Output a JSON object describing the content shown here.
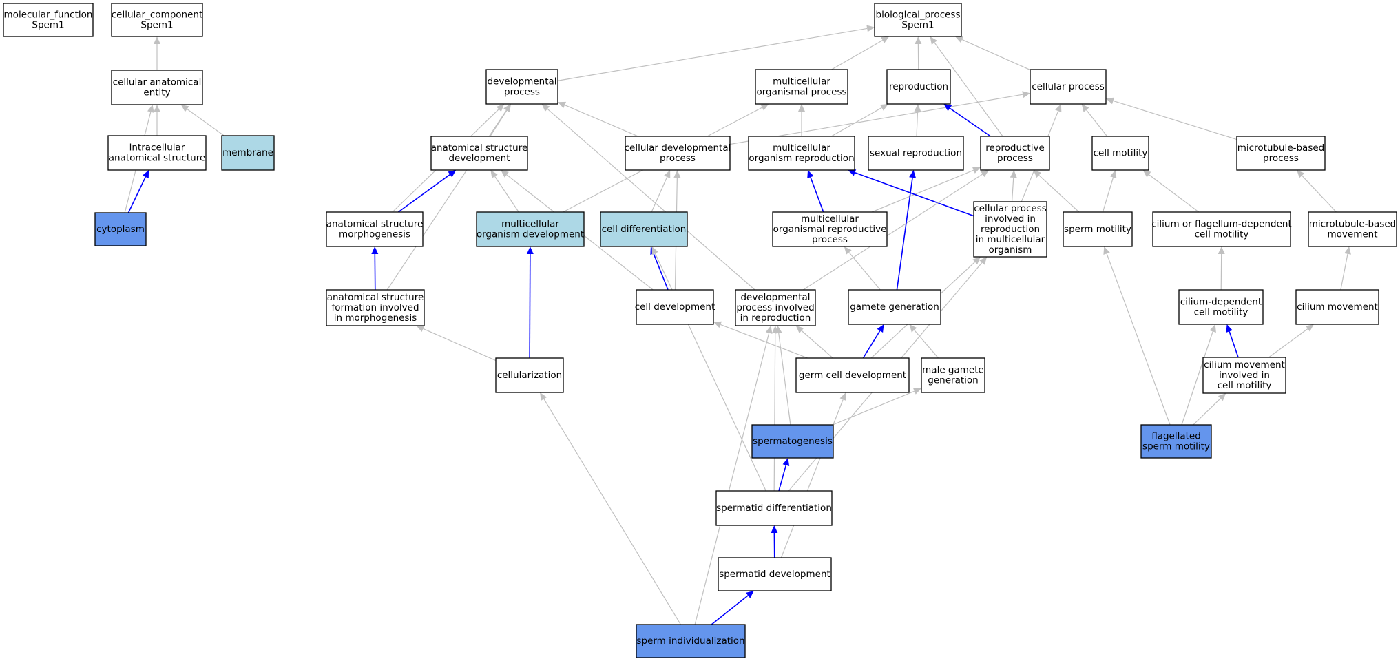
{
  "colors": {
    "default_fill": "#ffffff",
    "light_fill": "#add8e6",
    "dark_fill": "#6495ed",
    "gray_edge": "#c0c0c0",
    "blue_edge": "#0000ff"
  },
  "nodes": [
    {
      "id": "molecular_function",
      "lines": [
        "molecular_function",
        "Spem1"
      ],
      "fill": "default"
    },
    {
      "id": "cellular_component",
      "lines": [
        "cellular_component",
        "Spem1"
      ],
      "fill": "default"
    },
    {
      "id": "cellular_anatomical_entity",
      "lines": [
        "cellular anatomical",
        "entity"
      ],
      "fill": "default"
    },
    {
      "id": "intracellular_anatomical_structure",
      "lines": [
        "intracellular",
        "anatomical structure"
      ],
      "fill": "default"
    },
    {
      "id": "membrane",
      "lines": [
        "membrane"
      ],
      "fill": "light"
    },
    {
      "id": "cytoplasm",
      "lines": [
        "cytoplasm"
      ],
      "fill": "dark"
    },
    {
      "id": "biological_process",
      "lines": [
        "biological_process",
        "Spem1"
      ],
      "fill": "default"
    },
    {
      "id": "developmental_process",
      "lines": [
        "developmental",
        "process"
      ],
      "fill": "default"
    },
    {
      "id": "multicellular_organismal_process",
      "lines": [
        "multicellular",
        "organismal process"
      ],
      "fill": "default"
    },
    {
      "id": "reproduction",
      "lines": [
        "reproduction"
      ],
      "fill": "default"
    },
    {
      "id": "cellular_process",
      "lines": [
        "cellular process"
      ],
      "fill": "default"
    },
    {
      "id": "anatomical_structure_development",
      "lines": [
        "anatomical structure",
        "development"
      ],
      "fill": "default"
    },
    {
      "id": "cellular_developmental_process",
      "lines": [
        "cellular developmental",
        "process"
      ],
      "fill": "default"
    },
    {
      "id": "multicellular_organism_reproduction",
      "lines": [
        "multicellular",
        "organism reproduction"
      ],
      "fill": "default"
    },
    {
      "id": "sexual_reproduction",
      "lines": [
        "sexual reproduction"
      ],
      "fill": "default"
    },
    {
      "id": "reproductive_process",
      "lines": [
        "reproductive",
        "process"
      ],
      "fill": "default"
    },
    {
      "id": "cell_motility",
      "lines": [
        "cell motility"
      ],
      "fill": "default"
    },
    {
      "id": "microtubule_based_process",
      "lines": [
        "microtubule-based",
        "process"
      ],
      "fill": "default"
    },
    {
      "id": "anatomical_structure_morphogenesis",
      "lines": [
        "anatomical structure",
        "morphogenesis"
      ],
      "fill": "default"
    },
    {
      "id": "multicellular_organism_development",
      "lines": [
        "multicellular",
        "organism development"
      ],
      "fill": "light"
    },
    {
      "id": "cell_differentiation",
      "lines": [
        "cell differentiation"
      ],
      "fill": "light"
    },
    {
      "id": "multicellular_organismal_reproductive_process",
      "lines": [
        "multicellular",
        "organismal reproductive",
        "process"
      ],
      "fill": "default"
    },
    {
      "id": "cellular_process_involved_in_reproduction",
      "lines": [
        "cellular process",
        "involved in",
        "reproduction",
        "in multicellular",
        "organism"
      ],
      "fill": "default"
    },
    {
      "id": "sperm_motility",
      "lines": [
        "sperm motility"
      ],
      "fill": "default"
    },
    {
      "id": "cilium_or_flagellum_dependent_cell_motility",
      "lines": [
        "cilium or flagellum-dependent",
        "cell motility"
      ],
      "fill": "default"
    },
    {
      "id": "microtubule_based_movement",
      "lines": [
        "microtubule-based",
        "movement"
      ],
      "fill": "default"
    },
    {
      "id": "anatomical_structure_formation",
      "lines": [
        "anatomical structure",
        "formation involved",
        "in morphogenesis"
      ],
      "fill": "default"
    },
    {
      "id": "cell_development",
      "lines": [
        "cell development"
      ],
      "fill": "default"
    },
    {
      "id": "developmental_process_involved_in_reproduction",
      "lines": [
        "developmental",
        "process involved",
        "in reproduction"
      ],
      "fill": "default"
    },
    {
      "id": "gamete_generation",
      "lines": [
        "gamete generation"
      ],
      "fill": "default"
    },
    {
      "id": "cilium_dependent_cell_motility",
      "lines": [
        "cilium-dependent",
        "cell motility"
      ],
      "fill": "default"
    },
    {
      "id": "cilium_movement",
      "lines": [
        "cilium movement"
      ],
      "fill": "default"
    },
    {
      "id": "cellularization",
      "lines": [
        "cellularization"
      ],
      "fill": "default"
    },
    {
      "id": "germ_cell_development",
      "lines": [
        "germ cell development"
      ],
      "fill": "default"
    },
    {
      "id": "male_gamete_generation",
      "lines": [
        "male gamete",
        "generation"
      ],
      "fill": "default"
    },
    {
      "id": "cilium_movement_involved_in_cell_motility",
      "lines": [
        "cilium movement",
        "involved in",
        "cell motility"
      ],
      "fill": "default"
    },
    {
      "id": "spermatogenesis",
      "lines": [
        "spermatogenesis"
      ],
      "fill": "dark"
    },
    {
      "id": "flagellated_sperm_motility",
      "lines": [
        "flagellated",
        "sperm motility"
      ],
      "fill": "dark"
    },
    {
      "id": "spermatid_differentiation",
      "lines": [
        "spermatid differentiation"
      ],
      "fill": "default"
    },
    {
      "id": "spermatid_development",
      "lines": [
        "spermatid development"
      ],
      "fill": "default"
    },
    {
      "id": "sperm_individualization",
      "lines": [
        "sperm individualization"
      ],
      "fill": "dark"
    }
  ],
  "edges": [
    {
      "from": "cellular_anatomical_entity",
      "to": "cellular_component",
      "color": "gray"
    },
    {
      "from": "intracellular_anatomical_structure",
      "to": "cellular_anatomical_entity",
      "color": "gray"
    },
    {
      "from": "membrane",
      "to": "cellular_anatomical_entity",
      "color": "gray"
    },
    {
      "from": "cytoplasm",
      "to": "cellular_anatomical_entity",
      "color": "gray"
    },
    {
      "from": "cytoplasm",
      "to": "intracellular_anatomical_structure",
      "color": "blue"
    },
    {
      "from": "developmental_process",
      "to": "biological_process",
      "color": "gray"
    },
    {
      "from": "multicellular_organismal_process",
      "to": "biological_process",
      "color": "gray"
    },
    {
      "from": "reproduction",
      "to": "biological_process",
      "color": "gray"
    },
    {
      "from": "cellular_process",
      "to": "biological_process",
      "color": "gray"
    },
    {
      "from": "reproductive_process",
      "to": "biological_process",
      "color": "gray"
    },
    {
      "from": "anatomical_structure_development",
      "to": "developmental_process",
      "color": "gray"
    },
    {
      "from": "cellular_developmental_process",
      "to": "developmental_process",
      "color": "gray"
    },
    {
      "from": "cellular_developmental_process",
      "to": "cellular_process",
      "color": "gray"
    },
    {
      "from": "multicellular_organism_reproduction",
      "to": "multicellular_organismal_process",
      "color": "gray"
    },
    {
      "from": "multicellular_organism_reproduction",
      "to": "reproduction",
      "color": "gray"
    },
    {
      "from": "sexual_reproduction",
      "to": "reproduction",
      "color": "gray"
    },
    {
      "from": "reproductive_process",
      "to": "reproduction",
      "color": "blue"
    },
    {
      "from": "cell_motility",
      "to": "cellular_process",
      "color": "gray"
    },
    {
      "from": "microtubule_based_process",
      "to": "cellular_process",
      "color": "gray"
    },
    {
      "from": "anatomical_structure_morphogenesis",
      "to": "developmental_process",
      "color": "gray"
    },
    {
      "from": "anatomical_structure_morphogenesis",
      "to": "anatomical_structure_development",
      "color": "blue"
    },
    {
      "from": "multicellular_organism_development",
      "to": "anatomical_structure_development",
      "color": "gray"
    },
    {
      "from": "multicellular_organism_development",
      "to": "multicellular_organismal_process",
      "color": "gray"
    },
    {
      "from": "cell_differentiation",
      "to": "cellular_developmental_process",
      "color": "gray"
    },
    {
      "from": "multicellular_organismal_reproductive_process",
      "to": "multicellular_organism_reproduction",
      "color": "blue"
    },
    {
      "from": "multicellular_organismal_reproductive_process",
      "to": "reproductive_process",
      "color": "gray"
    },
    {
      "from": "cellular_process_involved_in_reproduction",
      "to": "reproductive_process",
      "color": "gray"
    },
    {
      "from": "cellular_process_involved_in_reproduction",
      "to": "cellular_process",
      "color": "gray"
    },
    {
      "from": "cellular_process_involved_in_reproduction",
      "to": "multicellular_organism_reproduction",
      "color": "blue"
    },
    {
      "from": "sperm_motility",
      "to": "reproductive_process",
      "color": "gray"
    },
    {
      "from": "sperm_motility",
      "to": "cell_motility",
      "color": "gray"
    },
    {
      "from": "cilium_or_flagellum_dependent_cell_motility",
      "to": "cell_motility",
      "color": "gray"
    },
    {
      "from": "microtubule_based_movement",
      "to": "microtubule_based_process",
      "color": "gray"
    },
    {
      "from": "anatomical_structure_formation",
      "to": "developmental_process",
      "color": "gray"
    },
    {
      "from": "anatomical_structure_formation",
      "to": "anatomical_structure_morphogenesis",
      "color": "blue"
    },
    {
      "from": "cell_development",
      "to": "anatomical_structure_development",
      "color": "gray"
    },
    {
      "from": "cell_development",
      "to": "cell_differentiation",
      "color": "blue"
    },
    {
      "from": "cell_development",
      "to": "cellular_developmental_process",
      "color": "gray"
    },
    {
      "from": "developmental_process_involved_in_reproduction",
      "to": "developmental_process",
      "color": "gray"
    },
    {
      "from": "developmental_process_involved_in_reproduction",
      "to": "reproductive_process",
      "color": "gray"
    },
    {
      "from": "gamete_generation",
      "to": "multicellular_organismal_reproductive_process",
      "color": "gray"
    },
    {
      "from": "gamete_generation",
      "to": "sexual_reproduction",
      "color": "blue"
    },
    {
      "from": "cilium_dependent_cell_motility",
      "to": "cilium_or_flagellum_dependent_cell_motility",
      "color": "gray"
    },
    {
      "from": "cilium_movement",
      "to": "microtubule_based_movement",
      "color": "gray"
    },
    {
      "from": "cellularization",
      "to": "anatomical_structure_formation",
      "color": "gray"
    },
    {
      "from": "cellularization",
      "to": "multicellular_organism_development",
      "color": "blue"
    },
    {
      "from": "germ_cell_development",
      "to": "cell_development",
      "color": "gray"
    },
    {
      "from": "germ_cell_development",
      "to": "developmental_process_involved_in_reproduction",
      "color": "gray"
    },
    {
      "from": "germ_cell_development",
      "to": "gamete_generation",
      "color": "blue"
    },
    {
      "from": "germ_cell_development",
      "to": "cellular_process_involved_in_reproduction",
      "color": "gray"
    },
    {
      "from": "male_gamete_generation",
      "to": "gamete_generation",
      "color": "gray"
    },
    {
      "from": "cilium_movement_involved_in_cell_motility",
      "to": "cilium_dependent_cell_motility",
      "color": "blue"
    },
    {
      "from": "cilium_movement_involved_in_cell_motility",
      "to": "cilium_movement",
      "color": "gray"
    },
    {
      "from": "spermatogenesis",
      "to": "developmental_process_involved_in_reproduction",
      "color": "gray"
    },
    {
      "from": "spermatogenesis",
      "to": "male_gamete_generation",
      "color": "gray"
    },
    {
      "from": "flagellated_sperm_motility",
      "to": "sperm_motility",
      "color": "gray"
    },
    {
      "from": "flagellated_sperm_motility",
      "to": "cilium_dependent_cell_motility",
      "color": "gray"
    },
    {
      "from": "flagellated_sperm_motility",
      "to": "cilium_movement_involved_in_cell_motility",
      "color": "gray"
    },
    {
      "from": "spermatid_differentiation",
      "to": "spermatogenesis",
      "color": "blue"
    },
    {
      "from": "spermatid_differentiation",
      "to": "cell_differentiation",
      "color": "gray"
    },
    {
      "from": "spermatid_differentiation",
      "to": "developmental_process_involved_in_reproduction",
      "color": "gray"
    },
    {
      "from": "spermatid_differentiation",
      "to": "cellular_process_involved_in_reproduction",
      "color": "gray"
    },
    {
      "from": "spermatid_development",
      "to": "spermatid_differentiation",
      "color": "blue"
    },
    {
      "from": "spermatid_development",
      "to": "germ_cell_development",
      "color": "gray"
    },
    {
      "from": "sperm_individualization",
      "to": "spermatid_development",
      "color": "blue"
    },
    {
      "from": "sperm_individualization",
      "to": "developmental_process_involved_in_reproduction",
      "color": "gray"
    },
    {
      "from": "sperm_individualization",
      "to": "cellularization",
      "color": "gray"
    }
  ]
}
